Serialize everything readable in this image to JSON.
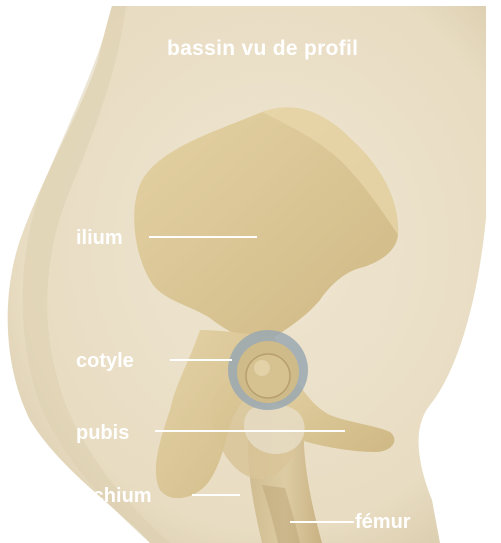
{
  "figure": {
    "title": "bassin vu de profil",
    "labels": {
      "ilium": "ilium",
      "cotyle": "cotyle",
      "pubis": "pubis",
      "ischium": "ischium",
      "femur": "fémur"
    }
  },
  "colors": {
    "body": "#ece2cc",
    "body_shadow": "#d6c8a8",
    "bone": "#ddc896",
    "bone_dark": "#c8b07c",
    "cartilage": "#8a9aa6",
    "label": "#ffffff"
  }
}
